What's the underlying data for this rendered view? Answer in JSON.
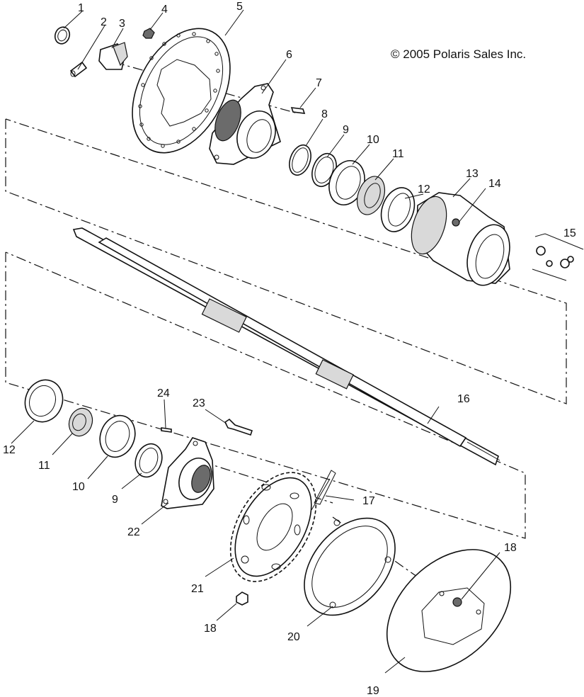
{
  "copyright": "© 2005 Polaris Sales Inc.",
  "callouts": [
    {
      "id": "c1",
      "label": "1"
    },
    {
      "id": "c2",
      "label": "2"
    },
    {
      "id": "c3",
      "label": "3"
    },
    {
      "id": "c4",
      "label": "4"
    },
    {
      "id": "c5",
      "label": "5"
    },
    {
      "id": "c6",
      "label": "6"
    },
    {
      "id": "c7",
      "label": "7"
    },
    {
      "id": "c8",
      "label": "8"
    },
    {
      "id": "c9",
      "label": "9"
    },
    {
      "id": "c10",
      "label": "10"
    },
    {
      "id": "c11",
      "label": "11"
    },
    {
      "id": "c12",
      "label": "12"
    },
    {
      "id": "c13",
      "label": "13"
    },
    {
      "id": "c14",
      "label": "14"
    },
    {
      "id": "c15",
      "label": "15"
    },
    {
      "id": "c16",
      "label": "16"
    },
    {
      "id": "c17",
      "label": "17"
    },
    {
      "id": "c18a",
      "label": "18"
    },
    {
      "id": "c19",
      "label": "19"
    },
    {
      "id": "c20",
      "label": "20"
    },
    {
      "id": "c21",
      "label": "21"
    },
    {
      "id": "c22",
      "label": "22"
    },
    {
      "id": "c23",
      "label": "23"
    },
    {
      "id": "c24",
      "label": "24"
    },
    {
      "id": "c12b",
      "label": "12"
    },
    {
      "id": "c11b",
      "label": "11"
    },
    {
      "id": "c10b",
      "label": "10"
    },
    {
      "id": "c9b",
      "label": "9"
    },
    {
      "id": "c18b",
      "label": "18"
    }
  ]
}
